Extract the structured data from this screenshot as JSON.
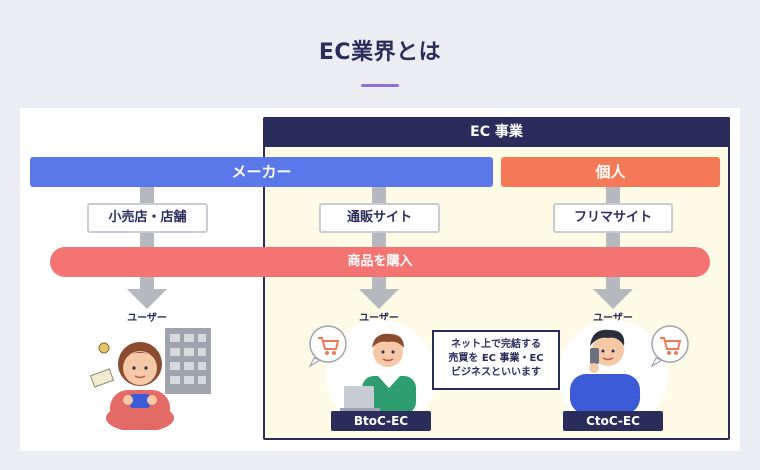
{
  "title": "EC業界とは",
  "ec_business": {
    "label": "EC 事業"
  },
  "categories": {
    "maker": "メーカー",
    "individual": "個人"
  },
  "channels": {
    "retail": "小売店・店舗",
    "mail_order": "通販サイト",
    "flea_market": "フリマサイト"
  },
  "purchase_label": "商品を購入",
  "user_label": "ユーザー",
  "tags": {
    "btoc": "BtoC-EC",
    "ctoc": "CtoC-EC"
  },
  "callout": {
    "line1": "ネット上で完結する",
    "line2": "売買を EC 事業・EC",
    "line3": "ビジネスといいます"
  },
  "colors": {
    "navy": "#2a2d5c",
    "maker_blue": "#5b78ea",
    "individual_orange": "#f47a57",
    "purchase_red": "#f47474",
    "ec_background": "#fdfbe6",
    "accent_purple": "#8f6fd9"
  }
}
